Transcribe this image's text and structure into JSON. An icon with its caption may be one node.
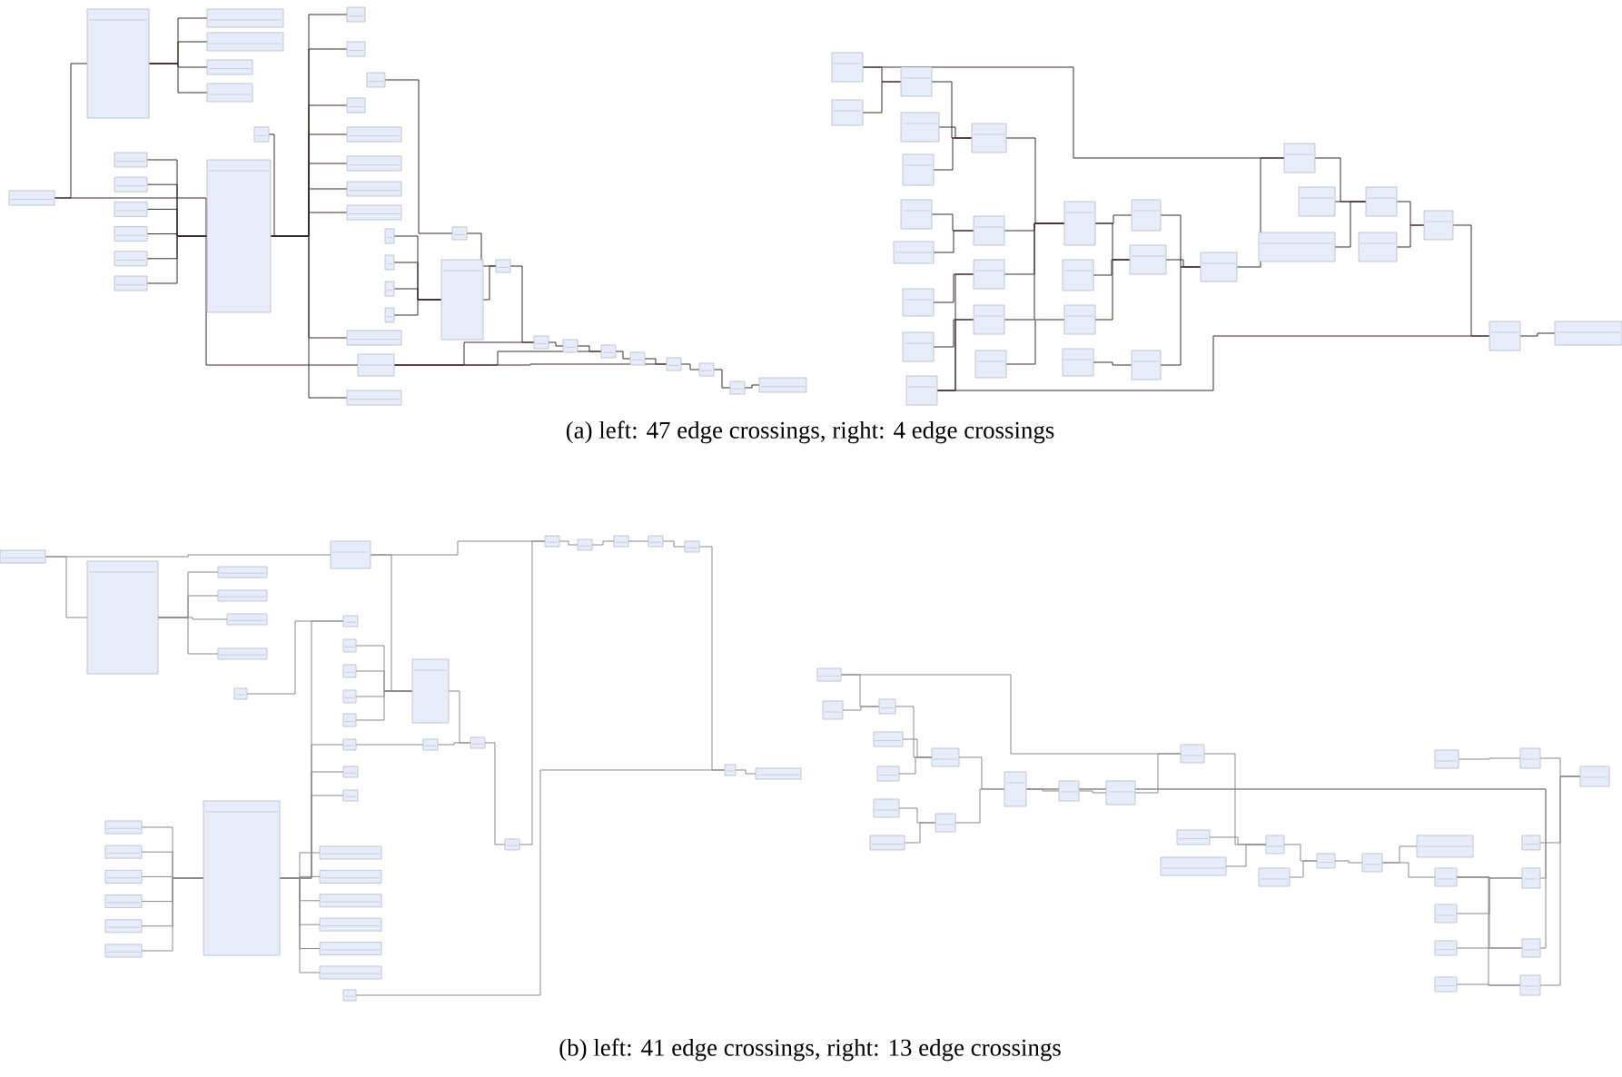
{
  "diagram": {
    "nodes": [
      {
        "text": [],
        "shape": "picture"
      },
      {
        "text": [],
        "shape": "picture"
      },
      {
        "text": [],
        "shape": "picture"
      },
      {
        "text": [],
        "shape": "picture"
      }
    ],
    "labels": [
      "(a) left: 47 edge crossings, right: 4 edge crossings",
      "(b) left: 41 edge crossings, right: 13 edge crossings"
    ]
  }
}
